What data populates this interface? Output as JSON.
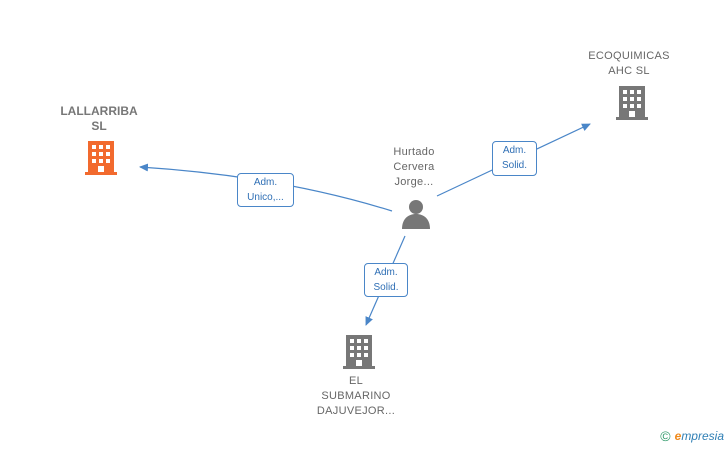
{
  "colors": {
    "edge": "#4a86c8",
    "highlight_company": "#f26a2e",
    "company": "#777777",
    "person": "#777777"
  },
  "nodes": {
    "lallarriba": {
      "line1": "LALLARRIBA",
      "line2": "SL",
      "icon": "building-icon"
    },
    "ecoquimicas": {
      "line1": "ECOQUIMICAS",
      "line2": "AHC  SL",
      "icon": "building-icon"
    },
    "submarino": {
      "line1": "EL",
      "line2": "SUBMARINO",
      "line3": "DAJUVEJOR...",
      "icon": "building-icon"
    },
    "person": {
      "line1": "Hurtado",
      "line2": "Cervera",
      "line3": "Jorge...",
      "icon": "person-icon"
    }
  },
  "edges": {
    "to_lallarriba": {
      "line1": "Adm.",
      "line2": "Unico,..."
    },
    "to_ecoquimicas": {
      "line1": "Adm.",
      "line2": "Solid."
    },
    "to_submarino": {
      "line1": "Adm.",
      "line2": "Solid."
    }
  },
  "footer": {
    "copyright": "©",
    "brand_initial": "e",
    "brand_rest": "mpresia"
  }
}
